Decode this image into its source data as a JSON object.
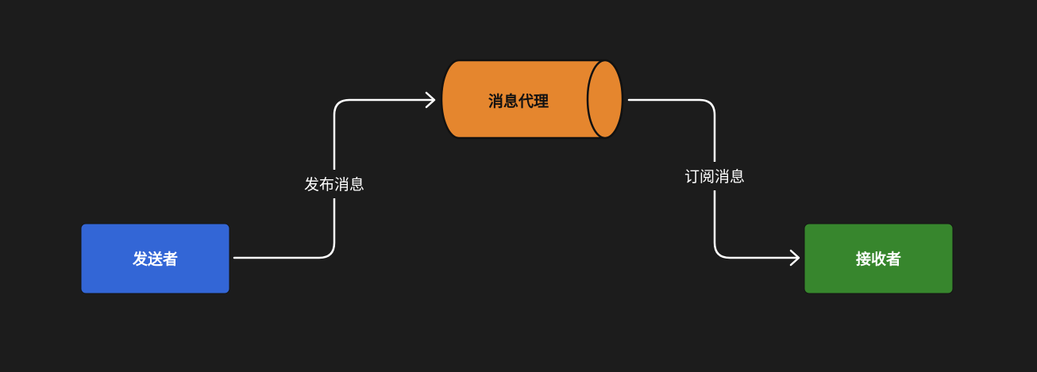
{
  "nodes": {
    "sender": {
      "label": "发送者",
      "color": "#3366d6"
    },
    "broker": {
      "label": "消息代理",
      "color": "#e5862e"
    },
    "receiver": {
      "label": "接收者",
      "color": "#37862d"
    }
  },
  "edges": {
    "publish": {
      "label": "发布消息"
    },
    "subscribe": {
      "label": "订阅消息"
    }
  },
  "colors": {
    "background": "#1c1c1c",
    "edge": "#ffffff",
    "outline": "#111111"
  }
}
